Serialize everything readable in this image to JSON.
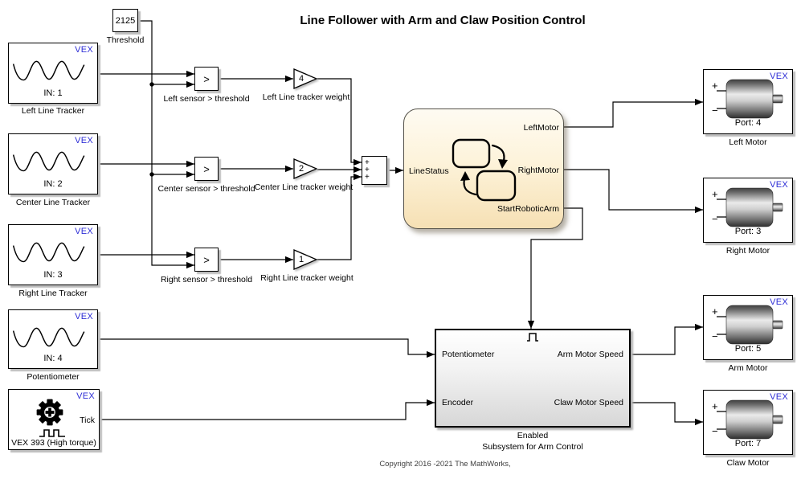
{
  "title": "Line Follower with Arm and Claw Position Control",
  "copyright": "Copyright 2016 -2021 The MathWorks,",
  "colors": {
    "vex_blue": "#2e2ed6",
    "chart_top": "#fefbf2",
    "chart_bottom": "#f6e0b4"
  },
  "blocks": {
    "threshold": {
      "value": "2125",
      "label": "Threshold"
    },
    "left_tracker": {
      "brand": "VEX",
      "port": "IN: 1",
      "label": "Left Line Tracker"
    },
    "center_tracker": {
      "brand": "VEX",
      "port": "IN: 2",
      "label": "Center Line Tracker"
    },
    "right_tracker": {
      "brand": "VEX",
      "port": "IN: 3",
      "label": "Right Line Tracker"
    },
    "potentiometer": {
      "brand": "VEX",
      "port": "IN: 4",
      "label": "Potentiometer"
    },
    "vex393": {
      "brand": "VEX",
      "output_label": "Tick",
      "label": "VEX 393 (High torque)"
    },
    "cmp_left": {
      "operator": ">",
      "label": "Left sensor > threshold"
    },
    "cmp_center": {
      "operator": ">",
      "label": "Center sensor > threshold"
    },
    "cmp_right": {
      "operator": ">",
      "label": "Right sensor > threshold"
    },
    "gain_left": {
      "value": "4",
      "label": "Left Line tracker weight"
    },
    "gain_center": {
      "value": "2",
      "label": "Center Line tracker weight"
    },
    "gain_right": {
      "value": "1",
      "label": "Right Line tracker weight"
    },
    "sum": {
      "signs": [
        "+",
        "+",
        "+"
      ]
    },
    "chart": {
      "input": "LineStatus",
      "outputs": [
        "LeftMotor",
        "RightMotor",
        "StartRoboticArm"
      ]
    },
    "subsystem": {
      "inputs": [
        "Potentiometer",
        "Encoder"
      ],
      "outputs": [
        "Arm Motor Speed",
        "Claw Motor Speed"
      ],
      "label_line1": "Enabled",
      "label_line2": "Subsystem for Arm Control"
    },
    "left_motor": {
      "brand": "VEX",
      "port": "Port: 4",
      "label": "Left Motor"
    },
    "right_motor": {
      "brand": "VEX",
      "port": "Port: 3",
      "label": "Right Motor"
    },
    "arm_motor": {
      "brand": "VEX",
      "port": "Port: 5",
      "label": "Arm Motor"
    },
    "claw_motor": {
      "brand": "VEX",
      "port": "Port: 7",
      "label": "Claw Motor"
    }
  }
}
